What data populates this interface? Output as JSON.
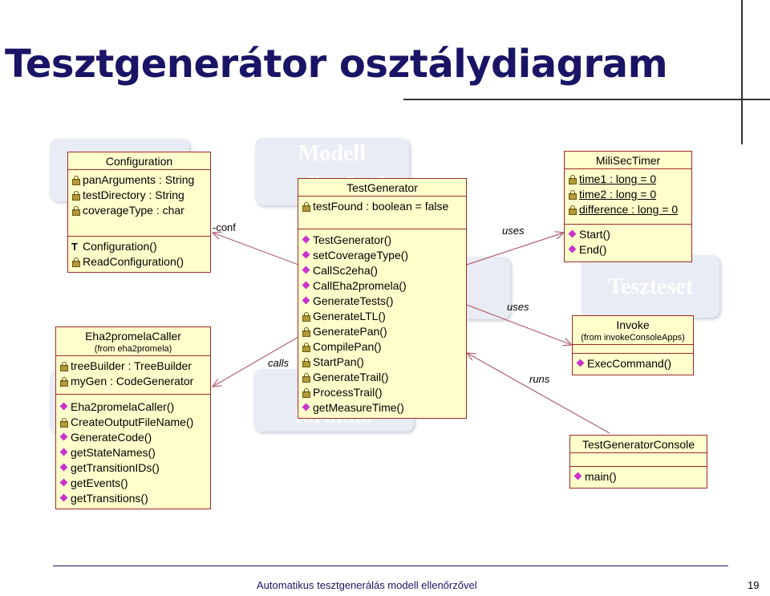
{
  "title": "Tesztgenerátor osztálydiagram",
  "footer": {
    "text": "Automatikus tesztgenerálás modell ellenőrzővel",
    "page": "19"
  },
  "background_boxes": [
    "Modell ellenőrző",
    "Teszteset",
    "formula"
  ],
  "classes": {
    "configuration": {
      "name": "Configuration",
      "attributes": [
        "panArguments : String",
        "testDirectory : String",
        "coverageType : char"
      ],
      "operations": [
        "Configuration()",
        "ReadConfiguration()"
      ]
    },
    "testgenerator": {
      "name": "TestGenerator",
      "attributes": [
        "testFound : boolean = false"
      ],
      "operations": [
        "TestGenerator()",
        "setCoverageType()",
        "CallSc2eha()",
        "CallEha2promela()",
        "GenerateTests()",
        "GenerateLTL()",
        "GeneratePan()",
        "CompilePan()",
        "StartPan()",
        "GenerateTrail()",
        "ProcessTrail()",
        "getMeasureTime()"
      ]
    },
    "milisectimer": {
      "name": "MiliSecTimer",
      "attributes": [
        "time1 : long = 0",
        "time2 : long = 0",
        "difference : long = 0"
      ],
      "operations": [
        "Start()",
        "End()"
      ]
    },
    "eha2promelacaller": {
      "name": "Eha2promelaCaller",
      "from": "(from eha2promela)",
      "attributes": [
        "treeBuilder : TreeBuilder",
        "myGen : CodeGenerator"
      ],
      "operations": [
        "Eha2promelaCaller()",
        "CreateOutputFileName()",
        "GenerateCode()",
        "getStateNames()",
        "getTransitionIDs()",
        "getEvents()",
        "getTransitions()"
      ]
    },
    "invoke": {
      "name": "Invoke",
      "from": "(from invokeConsoleApps)",
      "operations": [
        "ExecCommand()"
      ]
    },
    "testgeneratorconsole": {
      "name": "TestGeneratorConsole",
      "operations": [
        "main()"
      ]
    }
  },
  "relations": {
    "conf": "-conf",
    "calls": "calls",
    "uses1": "uses",
    "uses2": "uses",
    "runs": "runs"
  },
  "colors": {
    "class_fill": "#ffffcc",
    "class_border": "#a02828",
    "title": "#1a1466",
    "arrow": "#b06070"
  }
}
